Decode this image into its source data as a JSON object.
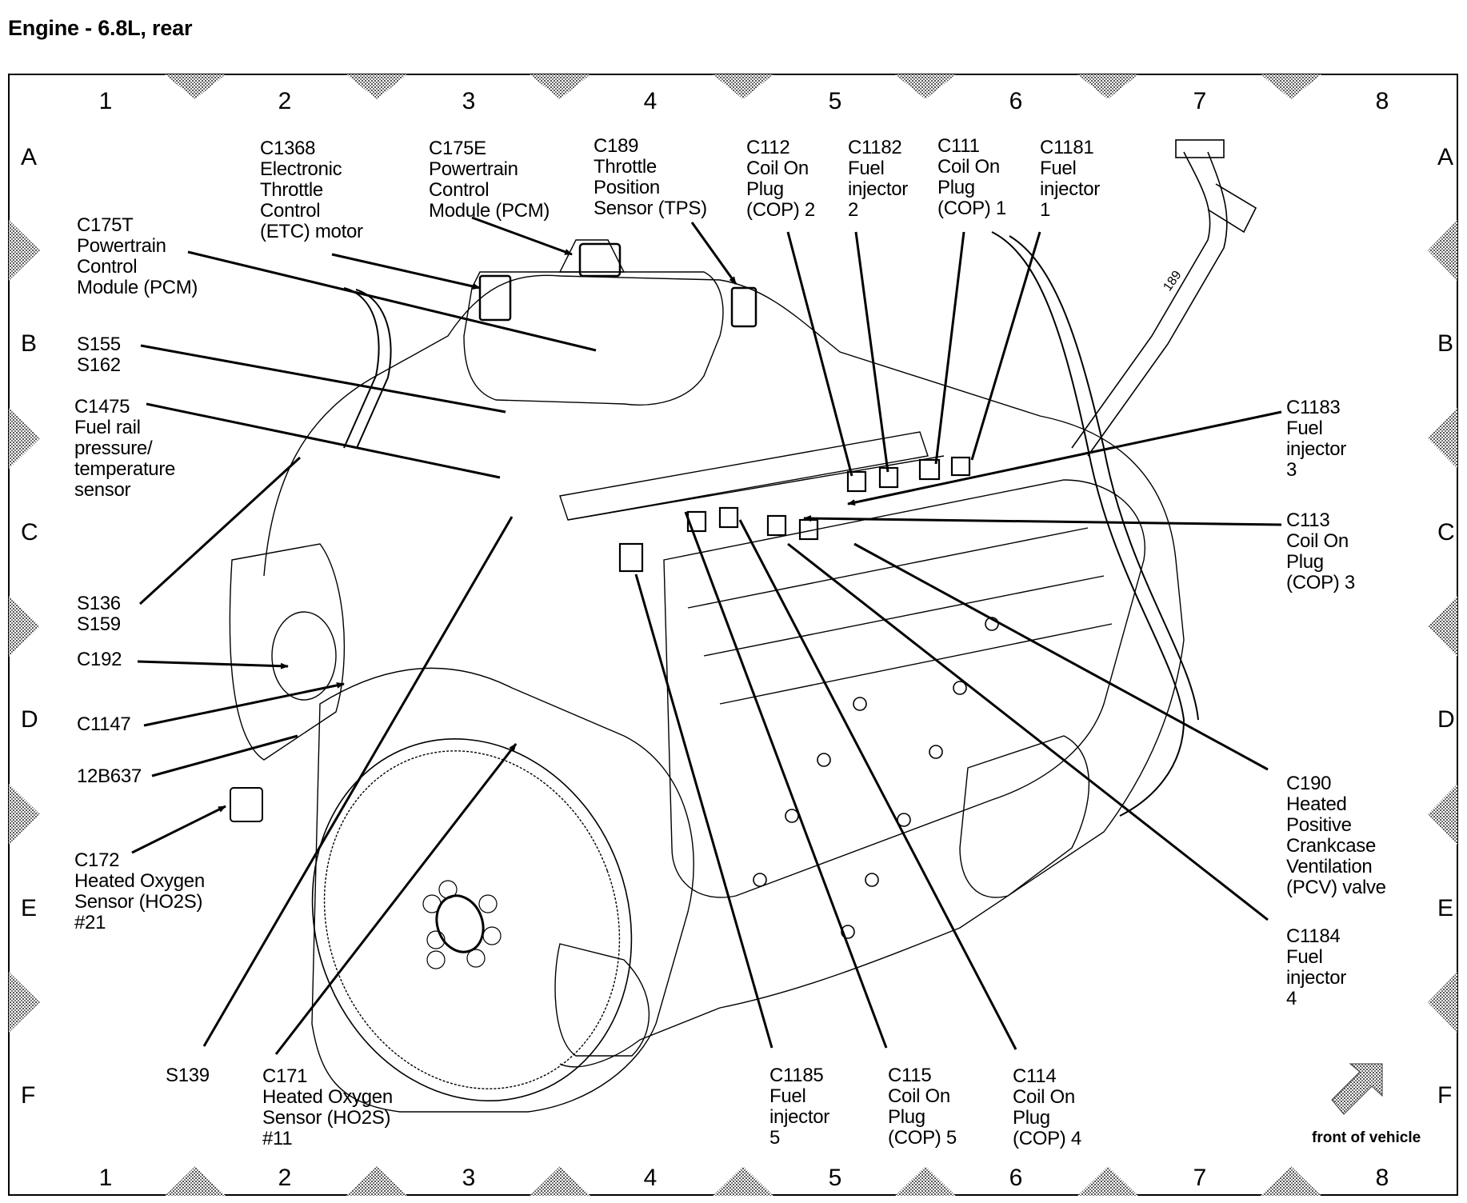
{
  "title": "Engine - 6.8L, rear",
  "grid": {
    "columns": [
      "1",
      "2",
      "3",
      "4",
      "5",
      "6",
      "7",
      "8"
    ],
    "rows": [
      "A",
      "B",
      "C",
      "D",
      "E",
      "F"
    ]
  },
  "callouts": [
    {
      "id": "c1368",
      "lines": [
        "C1368",
        "Electronic",
        "Throttle",
        "Control",
        "(ETC) motor"
      ]
    },
    {
      "id": "c175e",
      "lines": [
        "C175E",
        "Powertrain",
        "Control",
        "Module (PCM)"
      ]
    },
    {
      "id": "c189",
      "lines": [
        "C189",
        "Throttle",
        "Position",
        "Sensor (TPS)"
      ]
    },
    {
      "id": "c112",
      "lines": [
        "C112",
        "Coil On",
        "Plug",
        "(COP) 2"
      ]
    },
    {
      "id": "c1182",
      "lines": [
        "C1182",
        "Fuel",
        "injector",
        "2"
      ]
    },
    {
      "id": "c111",
      "lines": [
        "C111",
        "Coil On",
        "Plug",
        "(COP) 1"
      ]
    },
    {
      "id": "c1181",
      "lines": [
        "C1181",
        "Fuel",
        "injector",
        "1"
      ]
    },
    {
      "id": "c175t",
      "lines": [
        "C175T",
        "Powertrain",
        "Control",
        "Module (PCM)"
      ]
    },
    {
      "id": "s155",
      "lines": [
        "S155",
        "S162"
      ]
    },
    {
      "id": "c1475",
      "lines": [
        "C1475",
        "Fuel rail",
        "pressure/",
        "temperature",
        "sensor"
      ]
    },
    {
      "id": "s136",
      "lines": [
        "S136",
        "S159"
      ]
    },
    {
      "id": "c192",
      "lines": [
        "C192"
      ]
    },
    {
      "id": "c1147",
      "lines": [
        "C1147"
      ]
    },
    {
      "id": "b637",
      "lines": [
        "12B637"
      ]
    },
    {
      "id": "c172",
      "lines": [
        "C172",
        "Heated Oxygen",
        "Sensor (HO2S)",
        "#21"
      ]
    },
    {
      "id": "s139",
      "lines": [
        "S139"
      ]
    },
    {
      "id": "c171",
      "lines": [
        "C171",
        "Heated Oxygen",
        "Sensor (HO2S)",
        "#11"
      ]
    },
    {
      "id": "c1185",
      "lines": [
        "C1185",
        "Fuel",
        "injector",
        "5"
      ]
    },
    {
      "id": "c115",
      "lines": [
        "C115",
        "Coil On",
        "Plug",
        "(COP) 5"
      ]
    },
    {
      "id": "c114",
      "lines": [
        "C114",
        "Coil On",
        "Plug",
        "(COP) 4"
      ]
    },
    {
      "id": "c1183",
      "lines": [
        "C1183",
        "Fuel",
        "injector",
        "3"
      ]
    },
    {
      "id": "c113",
      "lines": [
        "C113",
        "Coil On",
        "Plug",
        "(COP) 3"
      ]
    },
    {
      "id": "c190",
      "lines": [
        "C190",
        "Heated",
        "Positive",
        "Crankcase",
        "Ventilation",
        "(PCV) valve"
      ]
    },
    {
      "id": "c1184",
      "lines": [
        "C1184",
        "Fuel",
        "injector",
        "4"
      ]
    }
  ],
  "orientation": {
    "label": "front of vehicle",
    "icon": "arrow-up-right-icon"
  },
  "part_marking": "189"
}
